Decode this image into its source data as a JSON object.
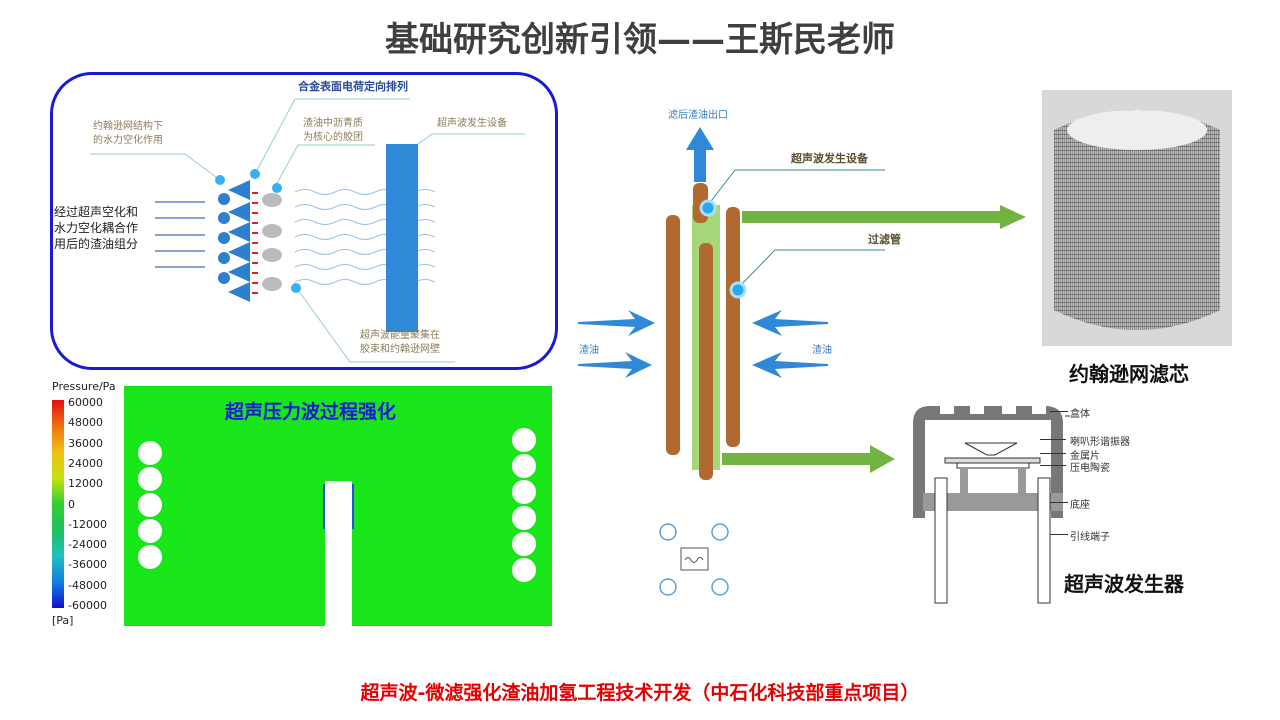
{
  "title": "基础研究创新引领——王斯民老师",
  "panel_mechanism": {
    "label_alloy": "合金表面电荷定向排列",
    "label_johnson": [
      "约翰逊网结构下",
      "的水力空化作用"
    ],
    "label_micelle": [
      "渣油中沥青质",
      "为核心的胶团"
    ],
    "label_device": "超声波发生设备",
    "label_output": [
      "经过超声空化和",
      "水力空化耦合作",
      "用后的渣油组分"
    ],
    "label_energy": [
      "超声波能量聚集在",
      "胶束和约翰逊网壁"
    ]
  },
  "panel_pressure": {
    "title": "超声压力波过程强化",
    "legend_title": "Pressure/Pa",
    "legend_unit": "[Pa]",
    "legend_ticks": [
      "60000",
      "48000",
      "36000",
      "24000",
      "12000",
      "0",
      "-12000",
      "-24000",
      "-36000",
      "-48000",
      "-60000"
    ],
    "field_color": "#19e619"
  },
  "panel_filter": {
    "outlet": "滤后渣油出口",
    "device": "超声波发生设备",
    "tube": "过滤管",
    "inlet_left": "渣油",
    "inlet_right": "渣油"
  },
  "filter_element_caption": "约翰逊网滤芯",
  "generator": {
    "caption": "超声波发生器",
    "parts": [
      "盒体",
      "喇叭形谐振器",
      "金属片",
      "压电陶瓷",
      "底座",
      "引线端子"
    ]
  },
  "footer": "超声波-微滤强化渣油加氢工程技术开发（中石化科技部重点项目）"
}
